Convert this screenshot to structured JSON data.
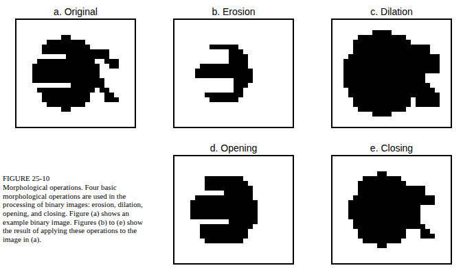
{
  "diagram": {
    "caption": "Morphological operations. Four basic morphological operations are used in the processing of binary images: erosion, dilation, opening, and closing. Figure (a) shows an example binary image. Figures (b) to (e) show the result of applying these operations to the image in (a).",
    "nodes": [
      {
        "text": [
          "a. Original"
        ]
      },
      {
        "text": [
          "b. Erosion"
        ]
      },
      {
        "text": [
          "c. Dilation"
        ]
      },
      {
        "text": [
          "d. Opening"
        ]
      },
      {
        "text": [
          "e. Closing"
        ]
      }
    ],
    "labels": [
      "FIGURE 25-10"
    ]
  }
}
